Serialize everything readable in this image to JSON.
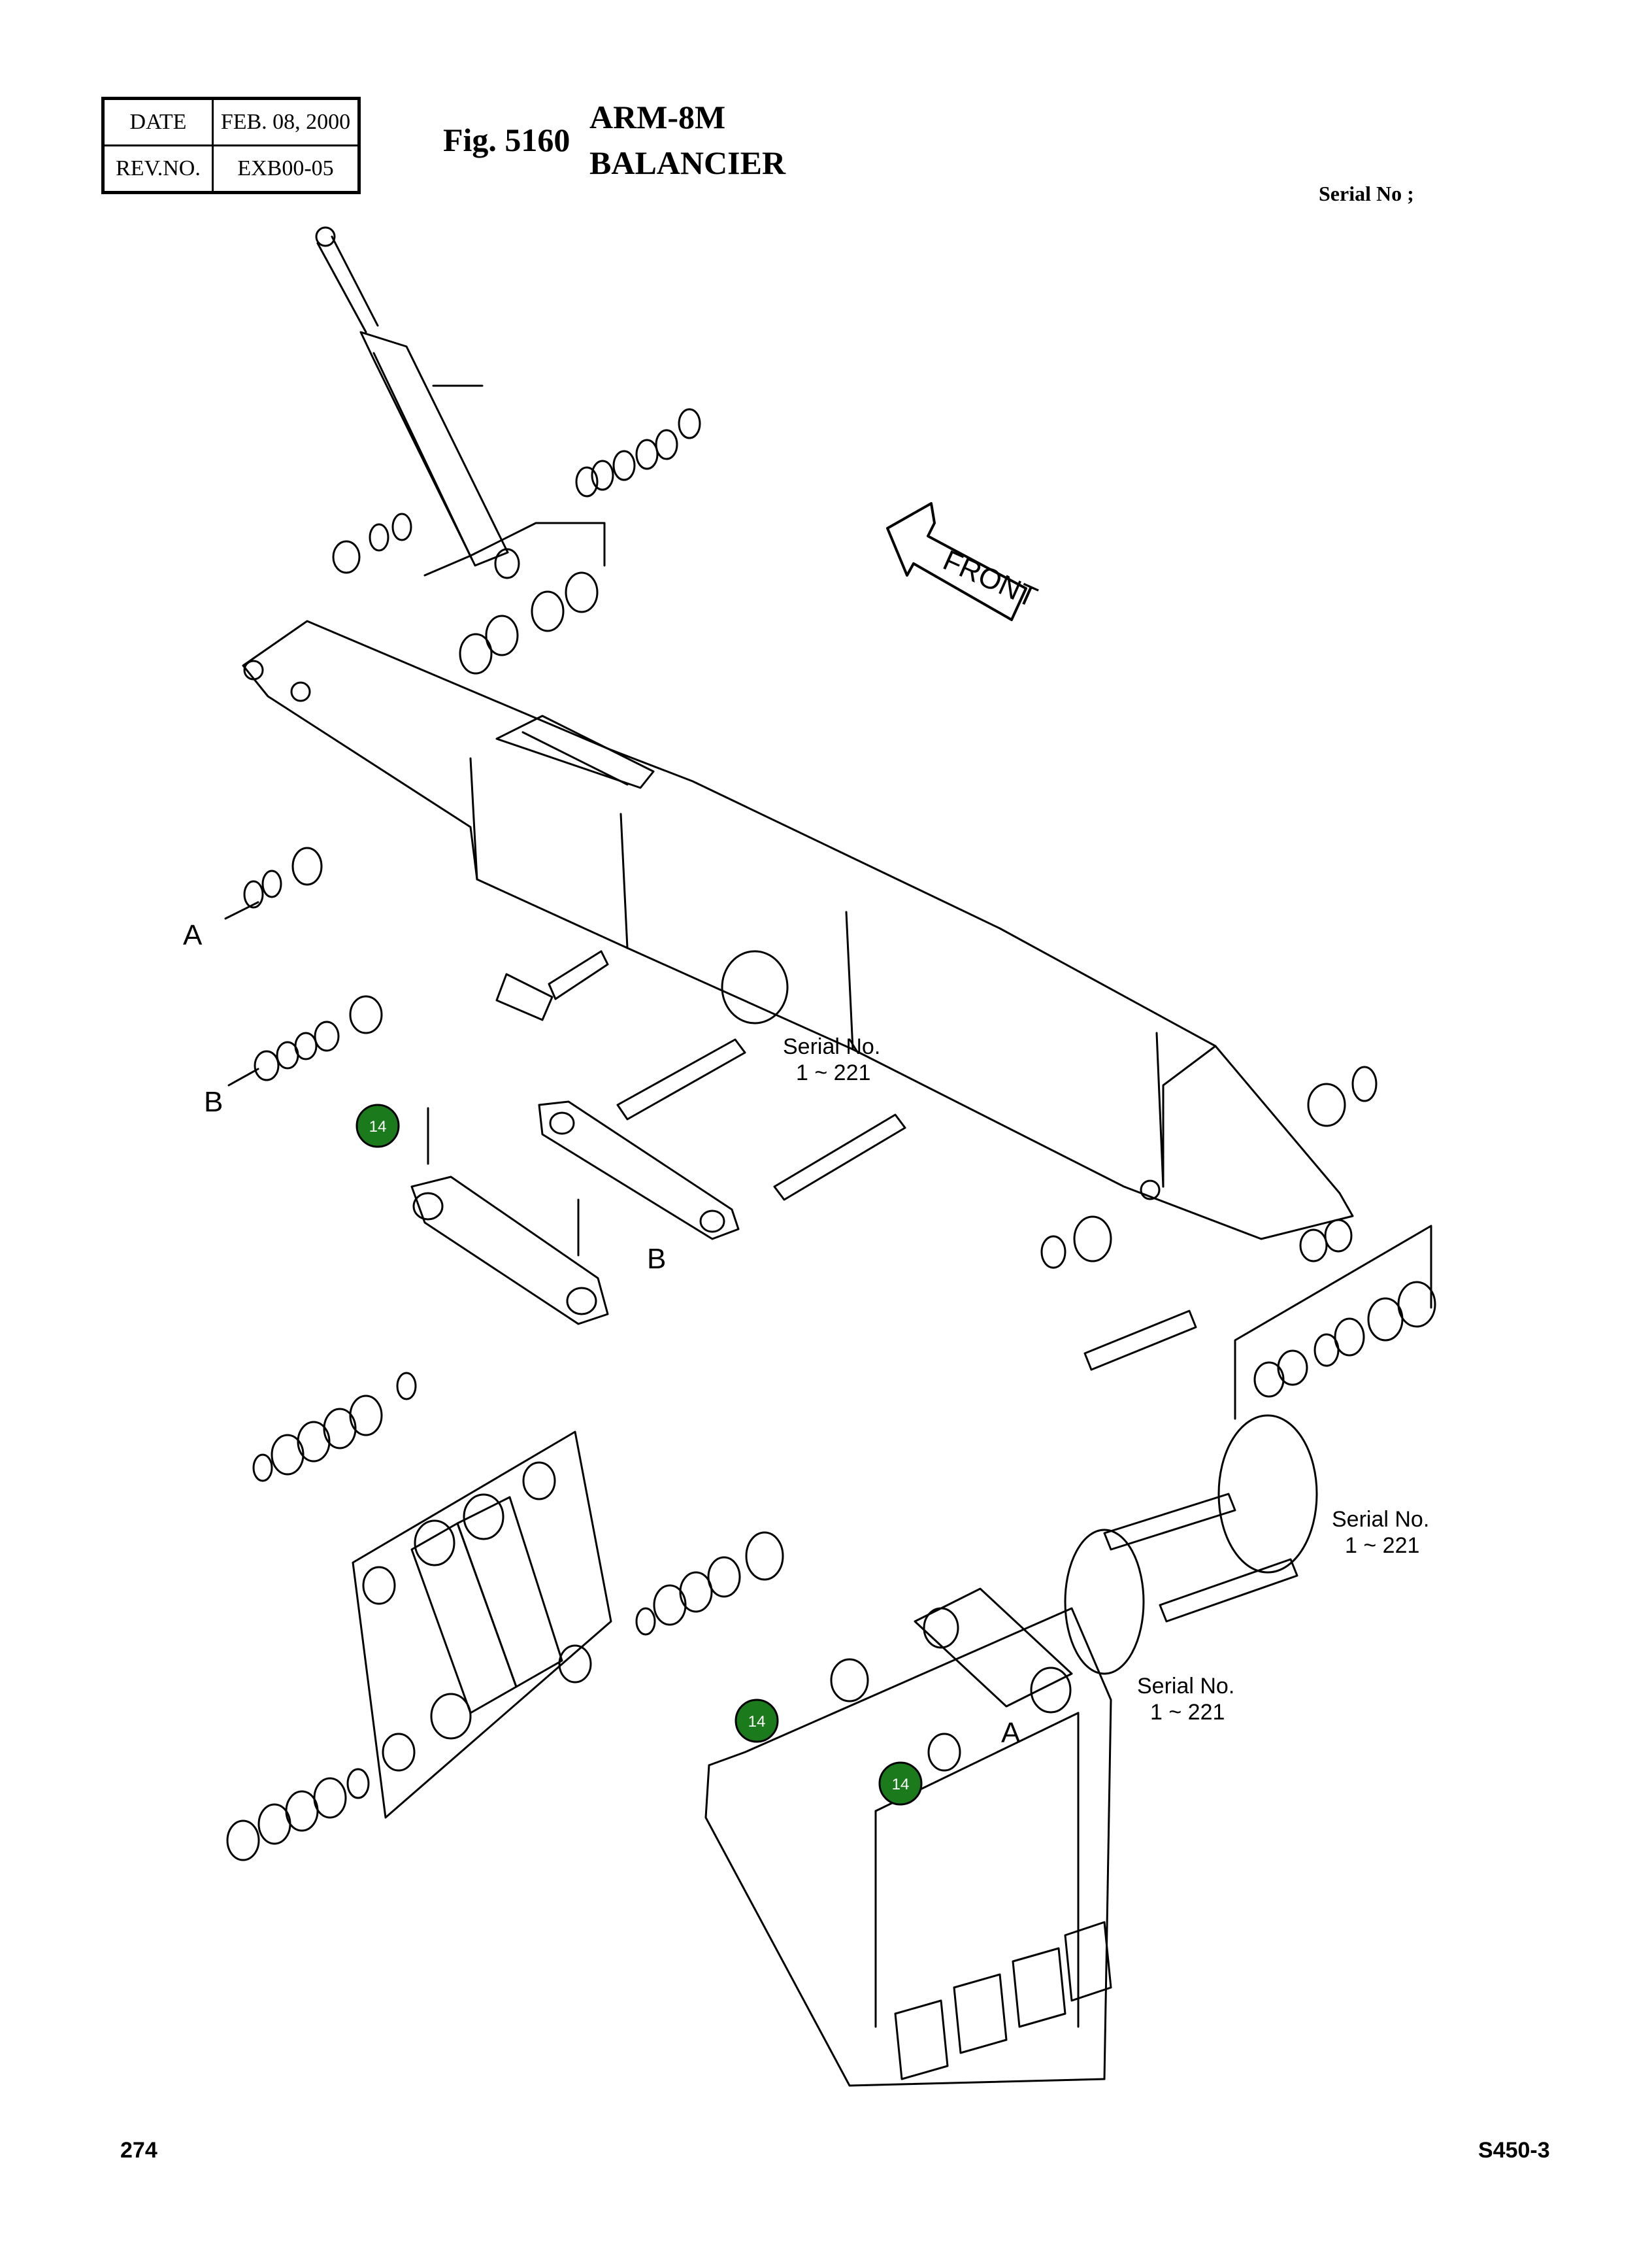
{
  "header": {
    "date_label": "DATE",
    "date_value": "FEB. 08, 2000",
    "rev_label": "REV.NO.",
    "rev_value": "EXB00-05"
  },
  "figure": {
    "number": "Fig. 5160",
    "title_line1": "ARM-8M",
    "title_line2": "BALANCIER"
  },
  "serial_header": "Serial No ;",
  "drawing": {
    "front_label": "FRONT",
    "ref_letters": [
      "A",
      "B",
      "B",
      "A"
    ],
    "serial_notes": [
      {
        "line1": "Serial No.",
        "line2": "1 ~ 221"
      },
      {
        "line1": "Serial No.",
        "line2": "1 ~ 221"
      },
      {
        "line1": "Serial No.",
        "line2": "1 ~ 221"
      }
    ],
    "callout_badges": [
      "14",
      "14",
      "14"
    ],
    "badge_color": "#1b7a1b"
  },
  "footer": {
    "page_number": "274",
    "model": "S450-3"
  }
}
